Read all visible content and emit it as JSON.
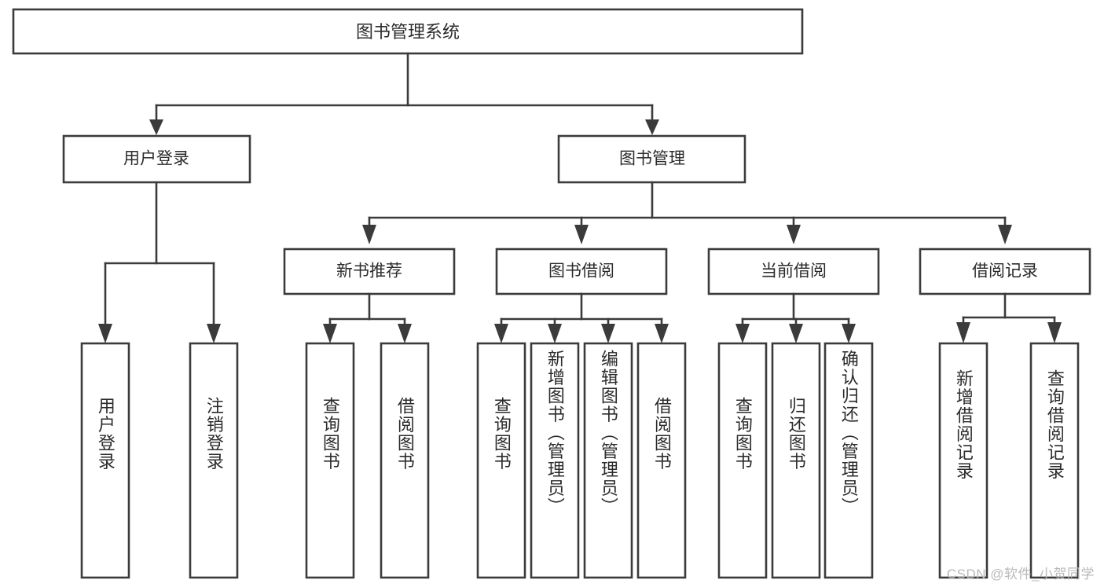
{
  "diagram": {
    "type": "tree-hierarchy",
    "title": "图书管理系统",
    "watermark": "CSDN @软件_小贺同学",
    "colors": {
      "stroke": "#3b3b3b",
      "box_fill": "#ffffff",
      "text": "#2b2b2b",
      "background": "#ffffff",
      "watermark": "#b9b9b9"
    },
    "root": {
      "label": "图书管理系统",
      "level": 0
    },
    "level1": [
      {
        "label": "用户登录"
      },
      {
        "label": "图书管理"
      }
    ],
    "level2": [
      {
        "label": "新书推荐"
      },
      {
        "label": "图书借阅"
      },
      {
        "label": "当前借阅"
      },
      {
        "label": "借阅记录"
      }
    ],
    "leaves": {
      "user_login": [
        {
          "label": "用户登录"
        },
        {
          "label": "注销登录"
        }
      ],
      "new_book_recommend": [
        {
          "label": "查询图书"
        },
        {
          "label": "借阅图书"
        }
      ],
      "book_borrow": [
        {
          "label": "查询图书"
        },
        {
          "label": "新增图书（管理员）"
        },
        {
          "label": "编辑图书（管理员）"
        },
        {
          "label": "借阅图书"
        }
      ],
      "current_borrow": [
        {
          "label": "查询图书"
        },
        {
          "label": "归还图书"
        },
        {
          "label": "确认归还（管理员）"
        }
      ],
      "borrow_record": [
        {
          "label": "新增借阅记录"
        },
        {
          "label": "查询借阅记录"
        }
      ]
    }
  }
}
